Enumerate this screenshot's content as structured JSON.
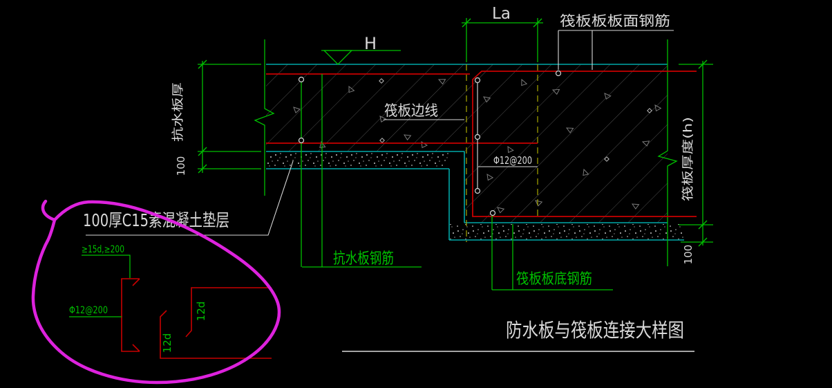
{
  "title": {
    "text": "防水板与筏板连接大样图"
  },
  "labels": {
    "top_rebar": "筏板板板面钢筋",
    "la": "La",
    "h": "H",
    "raft_edge": "筏板边线",
    "dowel_spec": "Φ12@200",
    "left_thickness": "抗水板厚",
    "left_cushion_100": "100",
    "right_thickness": "筏板厚度(h)",
    "right_cushion_100": "100",
    "cushion_note": "100厚C15素混凝土垫层",
    "waterproof_rebar": "抗水板钢筋",
    "raft_bottom_rebar": "筏板板底钢筋"
  },
  "detail": {
    "lap_note": "≥15d,≥200",
    "bar_spec": "Φ12@200",
    "hook_left": "12d",
    "hook_right": "12d"
  },
  "colors": {
    "background": "#000000",
    "concrete_outline_cyan": "#00A8A8",
    "rebar_red": "#C80000",
    "annotation_green": "#00C000",
    "text_white": "#D9D9D9",
    "hidden_edge_yellow": "#A8A800",
    "highlight_magenta": "#DD22DD",
    "hatch_gray": "#4F4F4F"
  }
}
